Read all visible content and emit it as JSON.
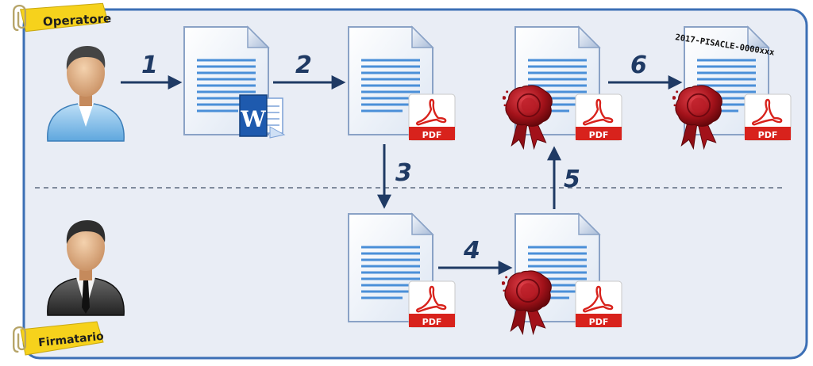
{
  "roles": {
    "top_label": "Operatore",
    "bottom_label": "Firmatario"
  },
  "steps": [
    "1",
    "2",
    "3",
    "4",
    "5",
    "6"
  ],
  "badges": {
    "pdf": "PDF",
    "word": "W"
  },
  "protocol_stamp": "2017-PISACLE-0000xxx",
  "colors": {
    "panel_bg": "#E9EDF5",
    "panel_border": "#3C6FB5",
    "tag_yellow": "#F6D21C",
    "arrow": "#1F3A64",
    "pdf_red": "#D8221C",
    "word_blue": "#1E5AAE",
    "seal_red": "#A3121A",
    "doc_lines": "#4A8FD8"
  },
  "icons": {
    "operator": "operator-person-icon",
    "signer": "signer-person-icon",
    "document": "document-icon",
    "word_badge": "word-icon",
    "pdf_badge": "pdf-icon",
    "seal": "wax-seal-icon",
    "clip": "paperclip-icon"
  }
}
